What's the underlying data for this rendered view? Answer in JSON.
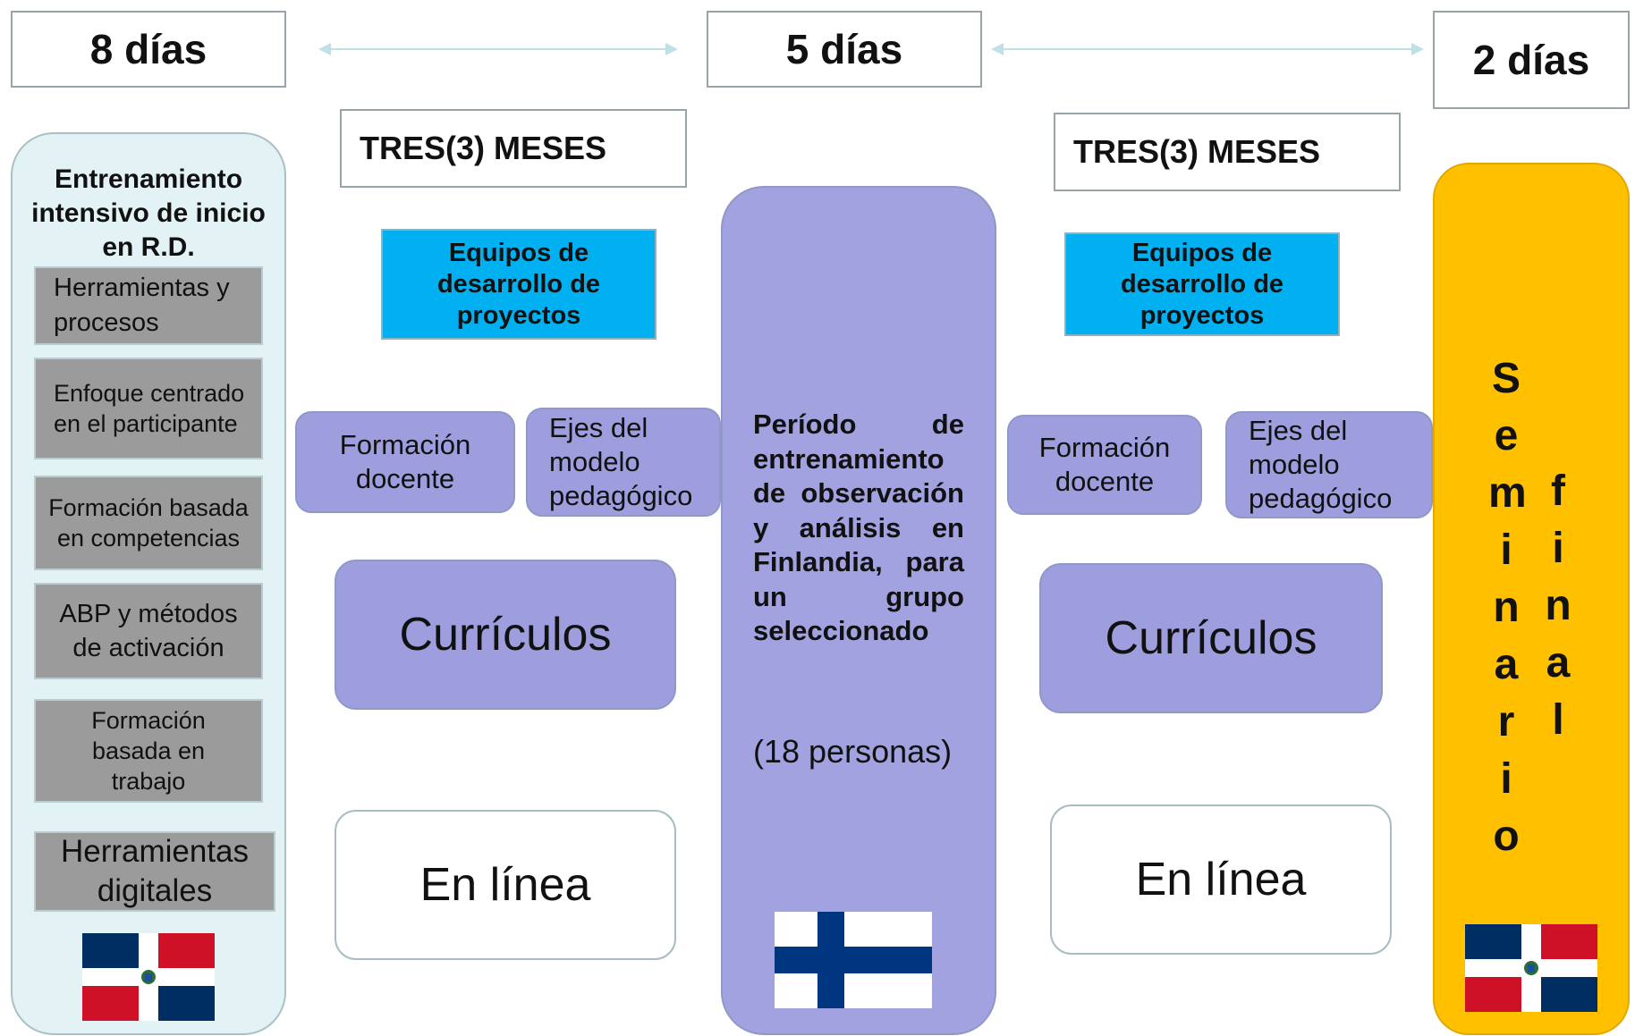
{
  "header": {
    "day_left": "8 días",
    "day_center": "5 días",
    "day_right": "2 días"
  },
  "months": {
    "left": "TRES(3) MESES",
    "right": "TRES(3) MESES"
  },
  "left_column": {
    "title": "Entrenamiento intensivo de inicio en R.D.",
    "items": [
      "Herramientas y procesos",
      "Enfoque centrado en el participante",
      "Formación basada en competencias",
      "ABP y métodos de activación",
      "Formación basada en trabajo",
      "Herramientas digitales"
    ],
    "flag": "dominican-republic-flag"
  },
  "phase_left": {
    "teams": "Equipos de desarrollo de proyectos",
    "formacion": "Formación docente",
    "ejes": "Ejes del modelo pedagógico",
    "curriculos": "Currículos",
    "online": "En línea"
  },
  "center_column": {
    "text": "Período de entrenamiento de observación y análisis en Finlandia, para un grupo seleccionado",
    "people": "(18 personas)",
    "flag": "finland-flag"
  },
  "phase_right": {
    "teams": "Equipos de desarrollo de proyectos",
    "formacion": "Formación docente",
    "ejes": "Ejes del modelo pedagógico",
    "curriculos": "Currículos",
    "online": "En línea"
  },
  "seminar": {
    "word1": [
      "S",
      "e",
      "m",
      "i",
      "n",
      "a",
      "r",
      "i",
      "o"
    ],
    "word2": [
      "f",
      "i",
      "n",
      "a",
      "l"
    ],
    "flag": "dominican-republic-flag"
  },
  "colors": {
    "left_column_bg": "#e3f2f4",
    "gray_box": "#9b9b9b",
    "cyan_box": "#00b0f0",
    "purple_box": "#9e9ede",
    "seminar_bg": "#ffc000",
    "arrow": "#bfe0e6"
  }
}
